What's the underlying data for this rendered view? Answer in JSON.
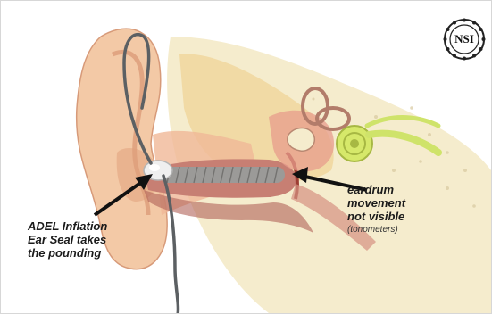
{
  "annotations": {
    "left_label": "ADEL Inflation\nEar Seal takes\nthe pounding",
    "right_label": "eardrum\nmovement\nnot visible",
    "right_sublabel": "(tonometers)"
  },
  "logo": {
    "text": "NSI",
    "icon": "nsi-seal-icon"
  },
  "colors": {
    "skin": "#f3c9a6",
    "skin_shadow": "#e0a07c",
    "bone": "#f5eccd",
    "canal": "#c77f73",
    "cochlea": "#d6e86a",
    "cable": "#5c6063",
    "seal": "#efefef",
    "arrow": "#111111"
  }
}
